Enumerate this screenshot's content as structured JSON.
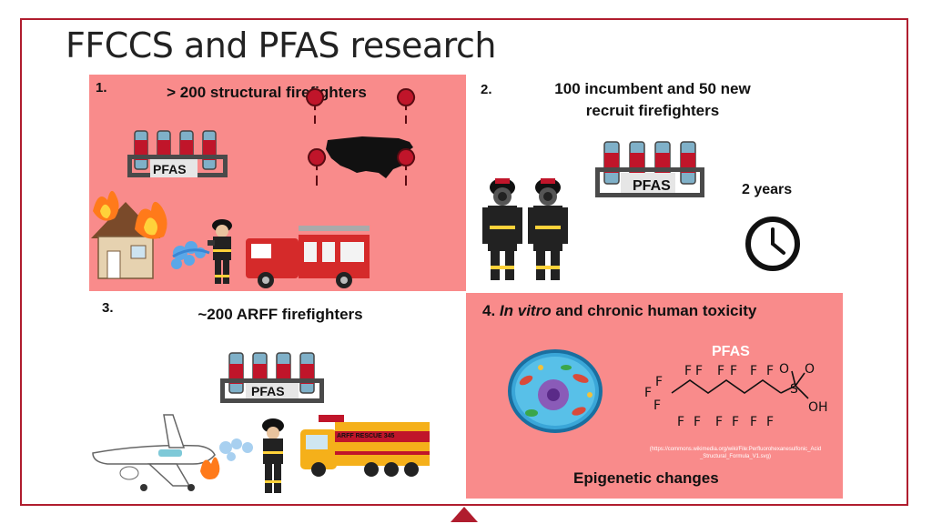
{
  "title": "FFCCS and PFAS research",
  "panels": {
    "p1": {
      "number": "1.",
      "heading": "> 200 structural firefighters",
      "tube_label": "PFAS"
    },
    "p2": {
      "number": "2.",
      "heading_line1": "100 incumbent and 50 new",
      "heading_line2": "recruit firefighters",
      "tube_label": "PFAS",
      "duration": "2 years"
    },
    "p3": {
      "number": "3.",
      "heading": "~200 ARFF firefighters",
      "tube_label": "PFAS",
      "truck_label": "ARFF RESCUE 345"
    },
    "p4": {
      "number": "4.",
      "heading_italic": "In vitro",
      "heading_rest": " and chronic human toxicity",
      "pfas_label": "PFAS",
      "url_line1": "(https://commons.wikimedia.org/wiki/File:Perfluorohexanesulfonic_Acid",
      "url_line2": "_Structural_Formula_V1.svg)",
      "footer": "Epigenetic changes"
    }
  },
  "colors": {
    "frame": "#b01d2e",
    "panel_pink": "#f98b8b",
    "tube_red": "#c0152a",
    "fire_orange": "#ff7a1a"
  },
  "icons": [
    "map-pin-icon",
    "usa-map-icon",
    "clock-icon",
    "test-tube-rack-icon",
    "firefighter-icon",
    "fire-truck-icon",
    "house-on-fire-icon",
    "airplane-icon",
    "cell-icon",
    "pfas-molecule-icon"
  ]
}
